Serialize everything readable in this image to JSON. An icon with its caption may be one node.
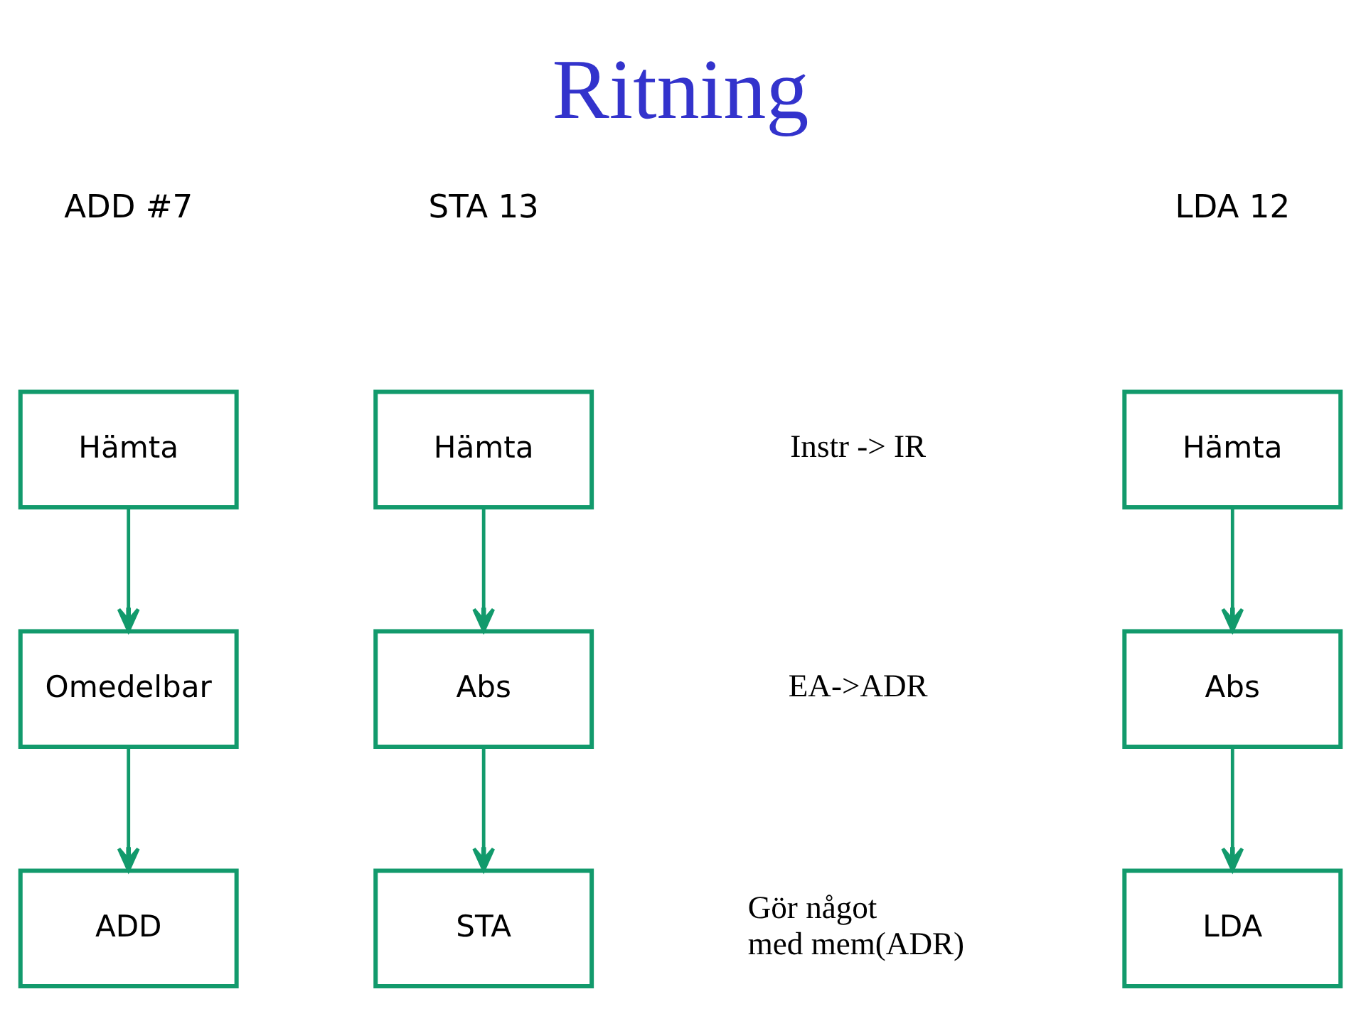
{
  "diagram": {
    "title": "Ritning",
    "nodes": [
      {
        "text": [
          "Hämta"
        ]
      },
      {
        "text": [
          "Abs"
        ]
      },
      {
        "text": [
          "LDA"
        ]
      },
      {
        "text": [
          "Hämta"
        ]
      },
      {
        "text": [
          "Omedelbar"
        ]
      },
      {
        "text": [
          "ADD"
        ]
      },
      {
        "text": [
          "Hämta"
        ]
      },
      {
        "text": [
          "Abs"
        ]
      },
      {
        "text": [
          "STA"
        ]
      }
    ],
    "edges": [
      {
        "from": 0,
        "to": 1,
        "arrow": "to"
      },
      {
        "from": 1,
        "to": 2,
        "arrow": "to"
      },
      {
        "from": 3,
        "to": 4,
        "arrow": "to"
      },
      {
        "from": 4,
        "to": 5,
        "arrow": "to"
      },
      {
        "from": 6,
        "to": 7,
        "arrow": "to"
      },
      {
        "from": 7,
        "to": 8,
        "arrow": "to"
      }
    ],
    "labels": [
      "LDA 12",
      "ADD #7",
      "STA 13",
      "Instr -> IR",
      "EA->ADR",
      "Gör något med mem(ADR)"
    ]
  }
}
